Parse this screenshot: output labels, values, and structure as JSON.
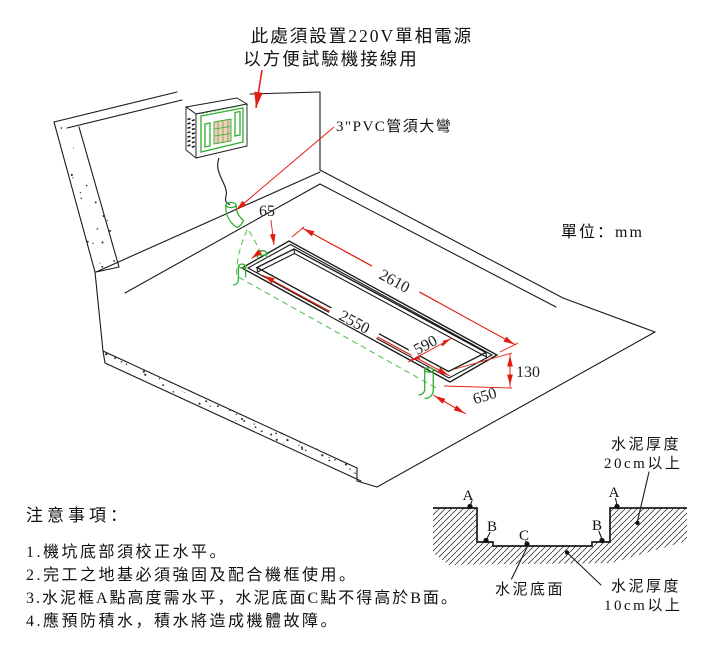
{
  "drawing": {
    "power_note_line1": "此處須設置220V單相電源",
    "power_note_line2": "以方便試驗機接線用",
    "pvc_note": "3\"PVC管須大彎",
    "unit_note": "單位：mm"
  },
  "dimensions": {
    "flange_width": "65",
    "outer_length": "2610",
    "inner_length": "2550",
    "inner_width": "590",
    "frame_height": "130",
    "outer_width": "650"
  },
  "notes": {
    "title": "注意事項：",
    "items": [
      "1.機坑底部須校正水平。",
      "2.完工之地基必須強固及配合機框使用。",
      "3.水泥框A點高度需水平，水泥底面C點不得高於B面。",
      "4.應預防積水，積水將造成機體故障。"
    ]
  },
  "section": {
    "point_a": "A",
    "point_b": "B",
    "point_c": "C",
    "cement_bottom_label": "水泥底面",
    "thickness_top_line1": "水泥厚度",
    "thickness_top_line2": "20cm以上",
    "thickness_bottom_line1": "水泥厚度",
    "thickness_bottom_line2": "10cm以上"
  },
  "colors": {
    "dimension_red": "#df1d10",
    "pipe_green": "#2fae2f",
    "line_black": "#1a1a1a"
  }
}
